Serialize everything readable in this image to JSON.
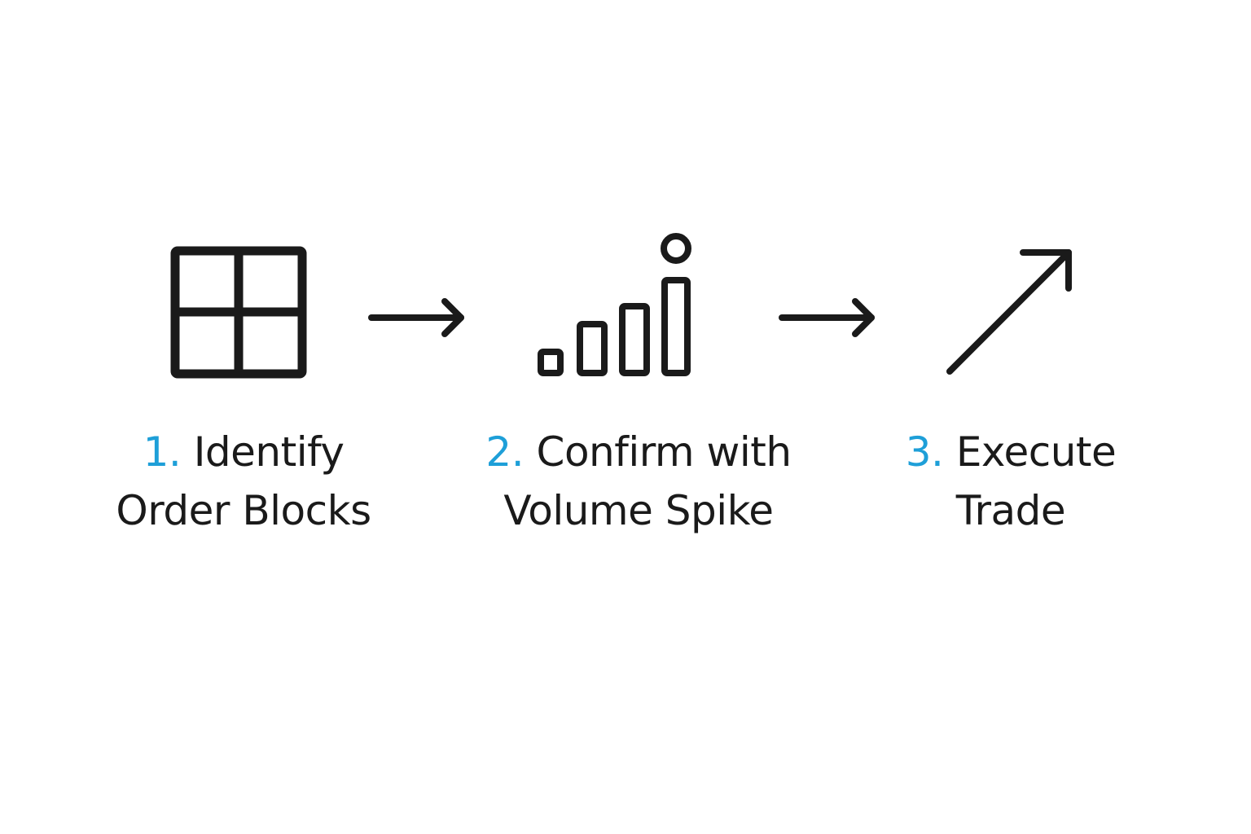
{
  "colors": {
    "accent": "#1e9fd8",
    "ink": "#1a1a1a",
    "background": "#ffffff"
  },
  "steps": [
    {
      "icon": "grid-icon",
      "number": "1.",
      "line1": "Identify",
      "line2": "Order Blocks"
    },
    {
      "icon": "bar-chart-spike-icon",
      "number": "2.",
      "line1": "Confirm with",
      "line2": "Volume Spike"
    },
    {
      "icon": "trend-up-arrow-icon",
      "number": "3.",
      "line1": "Execute",
      "line2": "Trade"
    }
  ],
  "connectors": [
    "arrow-right-icon",
    "arrow-right-icon"
  ]
}
